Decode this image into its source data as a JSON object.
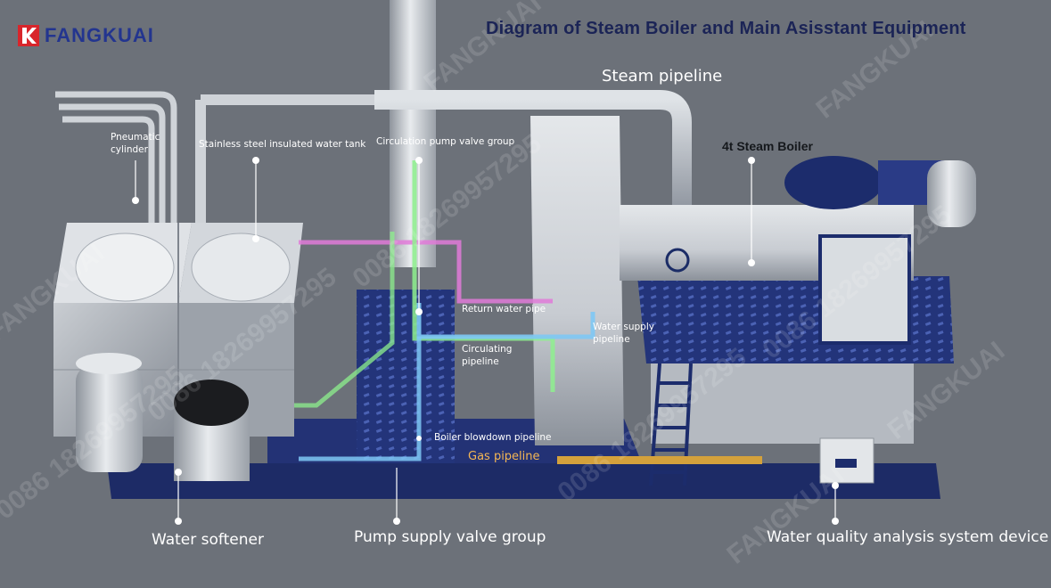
{
  "header": {
    "brand": "FANGKUAI",
    "title": "Diagram of Steam Boiler and Main Asisstant Equipment"
  },
  "labels": {
    "steam_pipeline": "Steam pipeline",
    "pneumatic_cylinder_l1": "Pneumatic",
    "pneumatic_cylinder_l2": "cylinder",
    "water_tank": "Stainless steel insulated water tank",
    "circulation_pump": "Circulation pump valve group",
    "steam_boiler": "4t Steam Boiler",
    "return_water": "Return water pipe",
    "water_supply_l1": "Water supply",
    "water_supply_l2": "pipeline",
    "circulating_l1": "Circulating",
    "circulating_l2": "pipeline",
    "blowdown": "Boiler blowdown pipeline",
    "gas": "Gas pipeline",
    "water_softener": "Water softener",
    "pump_supply": "Pump supply valve group",
    "water_quality": "Water quality analysis system device"
  },
  "watermark": {
    "brand": "FANGKUAI",
    "phone": "0086 18269957295"
  },
  "colors": {
    "background": "#6c7179",
    "title": "#1b2456",
    "brand": "#23358f",
    "brand_red": "#d8252b",
    "skid": "#1d2b66",
    "pipe_pink": "#e07ad8",
    "pipe_green": "#8ef08e",
    "pipe_blue": "#7ec8f4",
    "gas_pipe": "#d4a13c"
  }
}
